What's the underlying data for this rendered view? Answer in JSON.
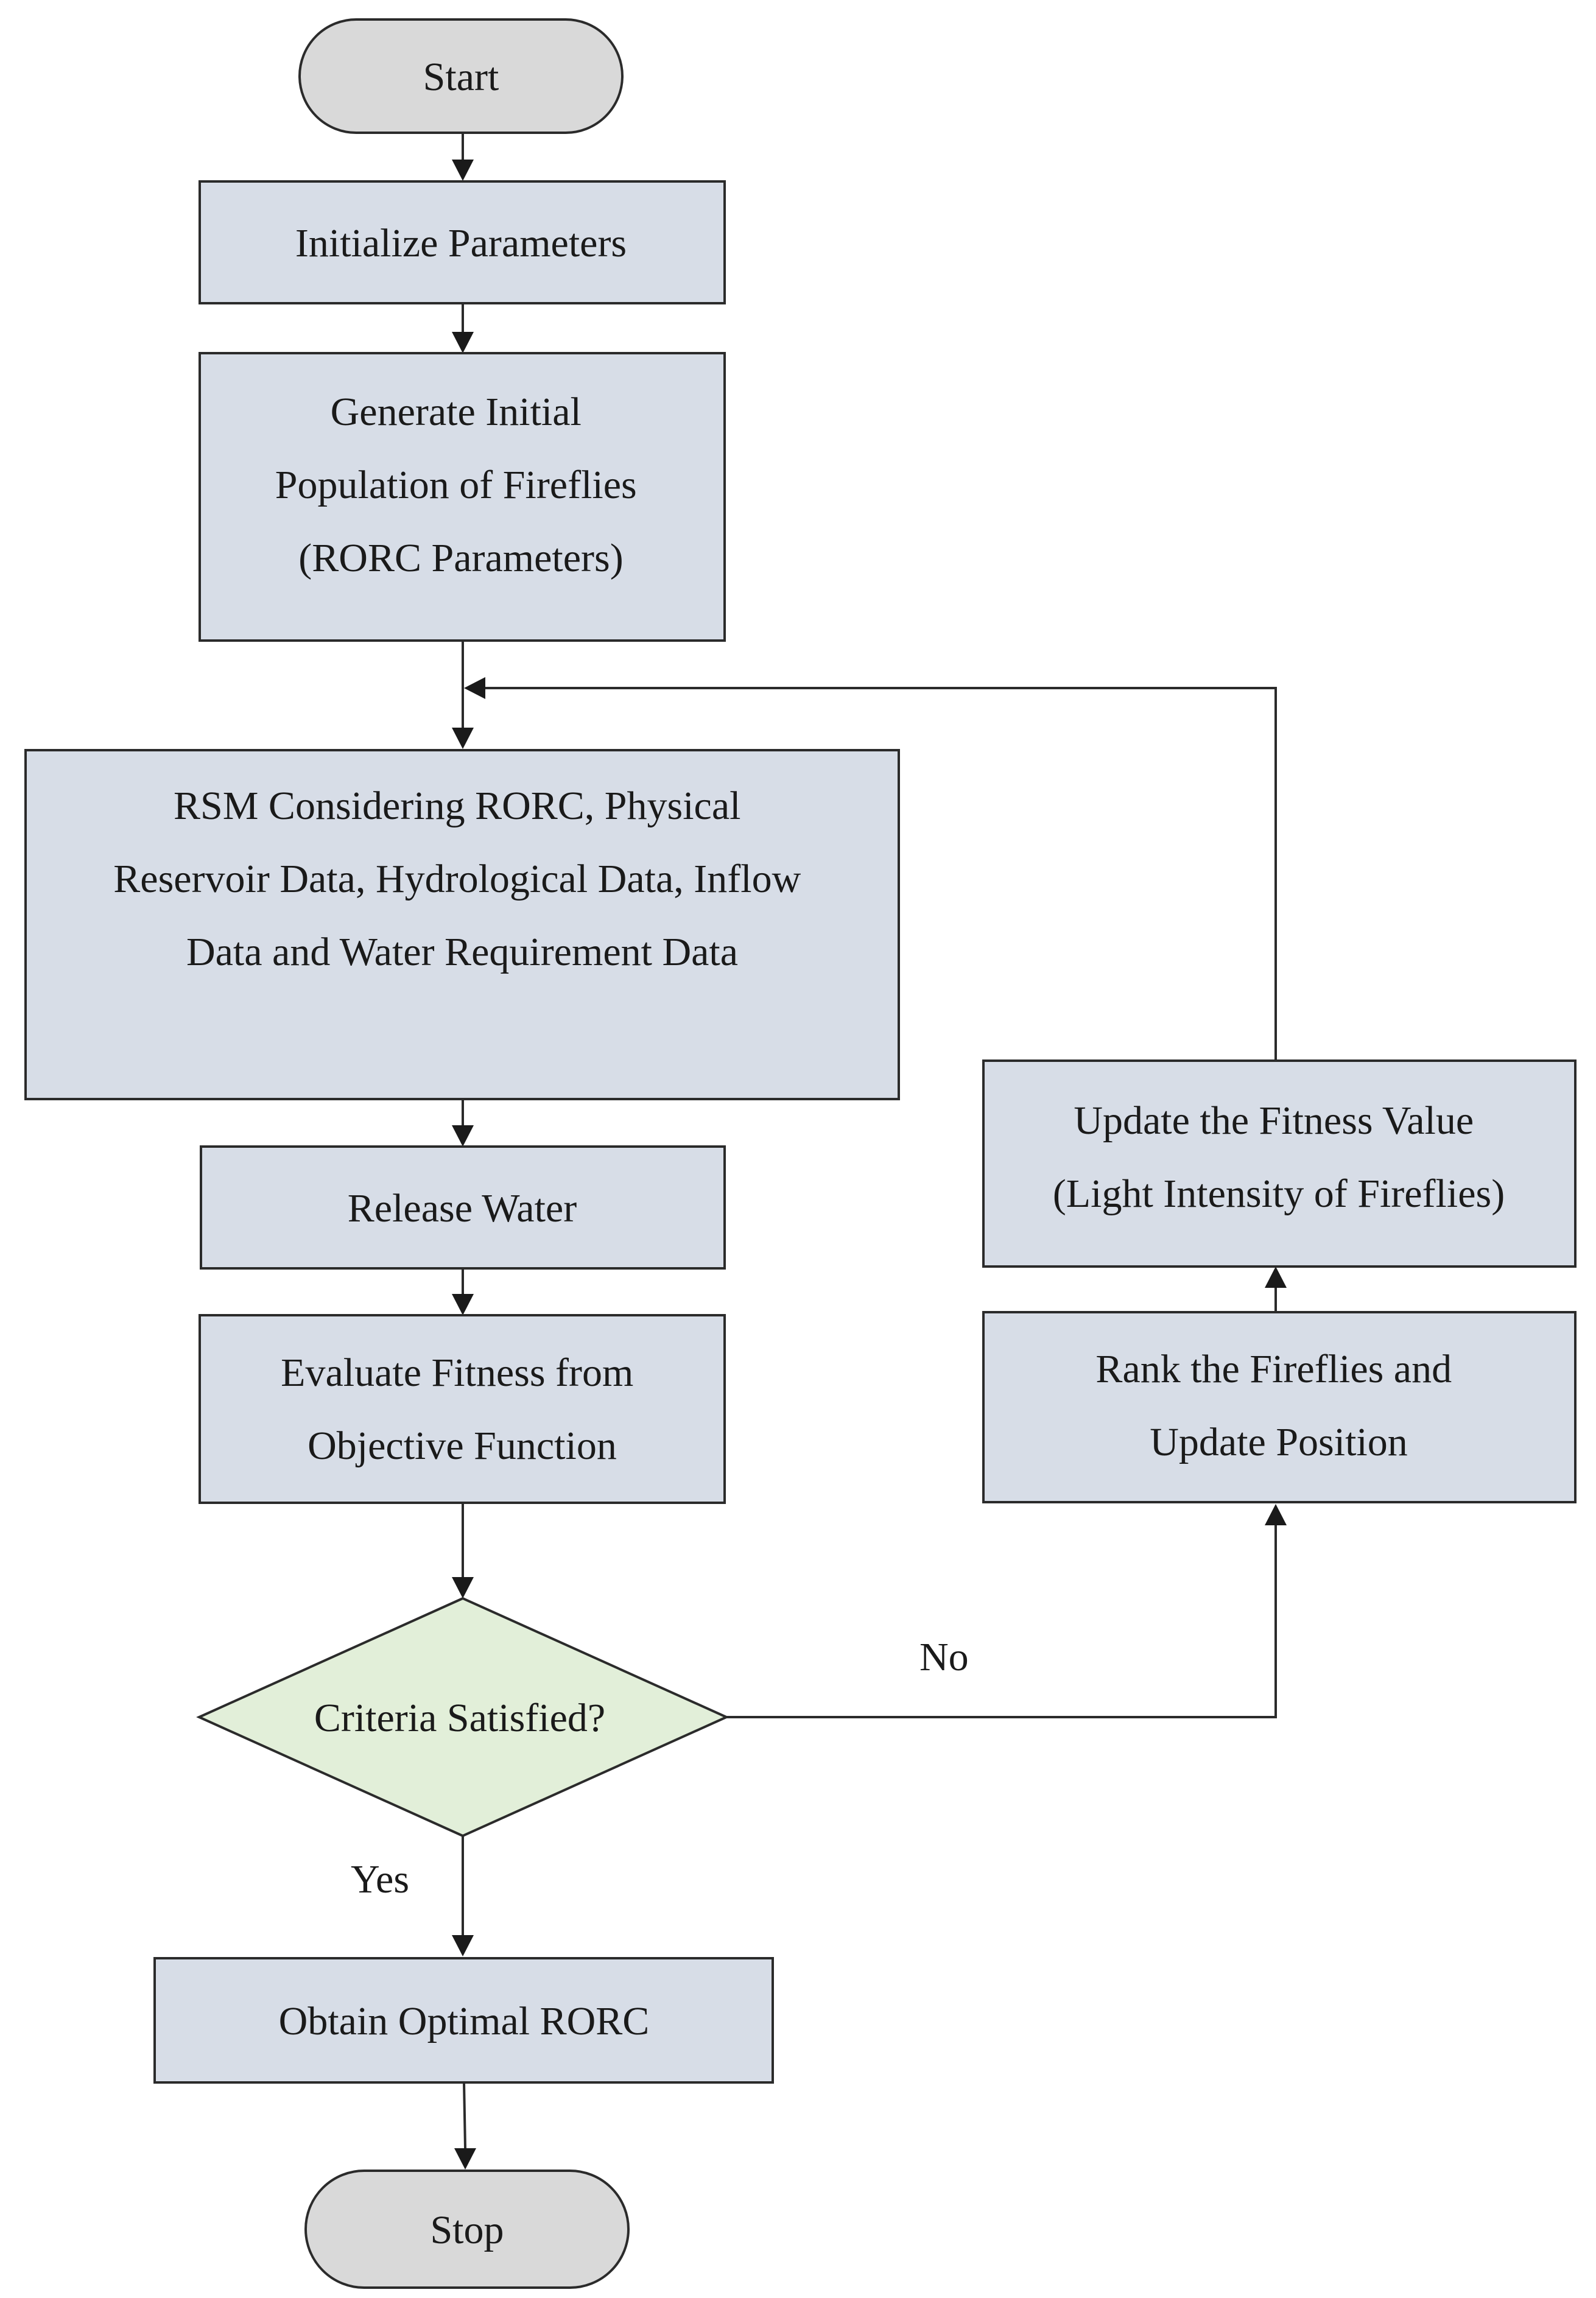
{
  "nodes": {
    "start": {
      "lines": [
        "Start"
      ]
    },
    "initialize": {
      "lines": [
        "Initialize Parameters"
      ]
    },
    "generate": {
      "lines": [
        "Generate Initial",
        "Population of Fireflies",
        "(RORC Parameters)"
      ]
    },
    "rsm": {
      "lines": [
        "RSM Considering RORC, Physical",
        "Reservoir Data, Hydrological Data, Inflow",
        "Data and Water Requirement Data"
      ]
    },
    "release": {
      "lines": [
        "Release Water"
      ]
    },
    "evaluate": {
      "lines": [
        "Evaluate Fitness from",
        "Objective Function"
      ]
    },
    "criteria": {
      "lines": [
        "Criteria Satisfied?"
      ]
    },
    "obtain": {
      "lines": [
        "Obtain Optimal RORC"
      ]
    },
    "stop": {
      "lines": [
        "Stop"
      ]
    },
    "update_fitness": {
      "lines": [
        "Update the Fitness Value",
        "(Light Intensity of Fireflies)"
      ]
    },
    "rank": {
      "lines": [
        "Rank the Fireflies and",
        "Update Position"
      ]
    }
  },
  "edge_labels": {
    "no": "No",
    "yes": "Yes"
  }
}
